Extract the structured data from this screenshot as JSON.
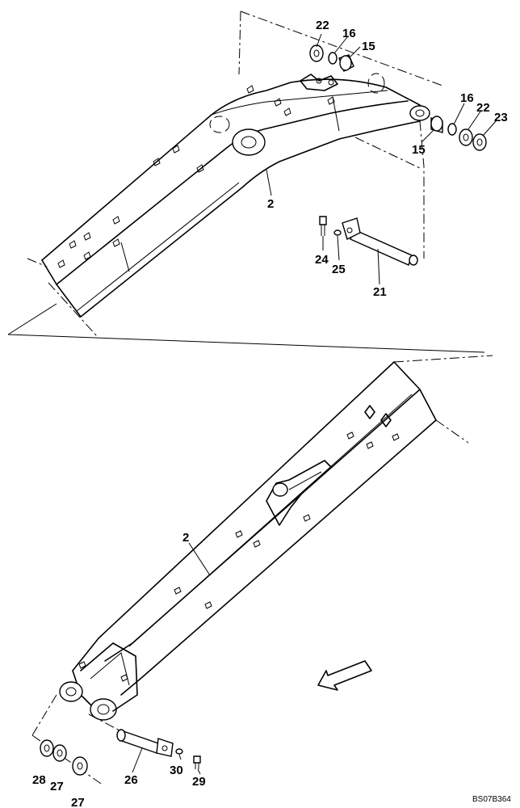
{
  "diagram": {
    "reference_code": "BS07B364",
    "callouts": [
      {
        "id": "c22a",
        "label": "22"
      },
      {
        "id": "c16a",
        "label": "16"
      },
      {
        "id": "c15a",
        "label": "15"
      },
      {
        "id": "c16b",
        "label": "16"
      },
      {
        "id": "c22b",
        "label": "22"
      },
      {
        "id": "c23",
        "label": "23"
      },
      {
        "id": "c15b",
        "label": "15"
      },
      {
        "id": "c2a",
        "label": "2"
      },
      {
        "id": "c24",
        "label": "24"
      },
      {
        "id": "c25",
        "label": "25"
      },
      {
        "id": "c21",
        "label": "21"
      },
      {
        "id": "c2b",
        "label": "2"
      },
      {
        "id": "c28",
        "label": "28"
      },
      {
        "id": "c27a",
        "label": "27"
      },
      {
        "id": "c27b",
        "label": "27"
      },
      {
        "id": "c26",
        "label": "26"
      },
      {
        "id": "c30",
        "label": "30"
      },
      {
        "id": "c29",
        "label": "29"
      }
    ],
    "direction_arrow": "front-direction-arrow"
  }
}
